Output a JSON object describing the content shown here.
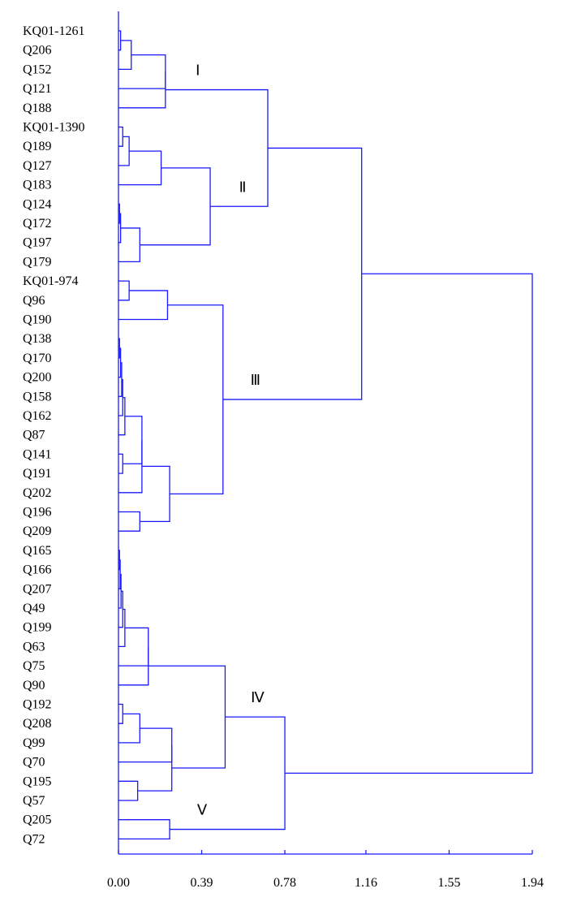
{
  "chart_data": {
    "type": "dendrogram",
    "orientation": "horizontal",
    "line_color": "#1a1aff",
    "leaves": [
      "KQ01-1261",
      "Q206",
      "Q152",
      "Q121",
      "Q188",
      "KQ01-1390",
      "Q189",
      "Q127",
      "Q183",
      "Q124",
      "Q172",
      "Q197",
      "Q179",
      "KQ01-974",
      "Q96",
      "Q190",
      "Q138",
      "Q170",
      "Q200",
      "Q158",
      "Q162",
      "Q87",
      "Q141",
      "Q191",
      "Q202",
      "Q196",
      "Q209",
      "Q165",
      "Q166",
      "Q207",
      "Q49",
      "Q199",
      "Q63",
      "Q75",
      "Q90",
      "Q192",
      "Q208",
      "Q99",
      "Q70",
      "Q195",
      "Q57",
      "Q205",
      "Q72"
    ],
    "x_ticks": [
      "0.00",
      "0.39",
      "0.78",
      "1.16",
      "1.55",
      "1.94"
    ],
    "x_tick_values": [
      0,
      0.39,
      0.78,
      1.16,
      1.55,
      1.94
    ],
    "xlim": [
      0,
      1.94
    ],
    "merges": [
      {
        "id": "n1",
        "children": [
          "KQ01-1261",
          "Q206"
        ],
        "height": 0.01
      },
      {
        "id": "n2",
        "children": [
          "n1",
          "Q152"
        ],
        "height": 0.06
      },
      {
        "id": "n3",
        "children": [
          "n2",
          "Q121"
        ],
        "height": 0.22
      },
      {
        "id": "n4",
        "children": [
          "n3",
          "Q188"
        ],
        "height": 0.22
      },
      {
        "id": "n5",
        "children": [
          "KQ01-1390",
          "Q189"
        ],
        "height": 0.02
      },
      {
        "id": "n6",
        "children": [
          "n5",
          "Q127"
        ],
        "height": 0.05
      },
      {
        "id": "n7",
        "children": [
          "n6",
          "Q183"
        ],
        "height": 0.2
      },
      {
        "id": "n8",
        "children": [
          "Q124",
          "Q172"
        ],
        "height": 0.005
      },
      {
        "id": "n9",
        "children": [
          "n8",
          "Q197"
        ],
        "height": 0.01
      },
      {
        "id": "n10",
        "children": [
          "n9",
          "Q179"
        ],
        "height": 0.1
      },
      {
        "id": "n11",
        "children": [
          "n7",
          "n10"
        ],
        "height": 0.43
      },
      {
        "id": "n12",
        "children": [
          "n4",
          "n11"
        ],
        "height": 0.7
      },
      {
        "id": "n13",
        "children": [
          "KQ01-974",
          "Q96"
        ],
        "height": 0.05
      },
      {
        "id": "n14",
        "children": [
          "n13",
          "Q190"
        ],
        "height": 0.23
      },
      {
        "id": "n15",
        "children": [
          "Q138",
          "Q170"
        ],
        "height": 0.005
      },
      {
        "id": "n16",
        "children": [
          "n15",
          "Q200"
        ],
        "height": 0.01
      },
      {
        "id": "n17",
        "children": [
          "n16",
          "Q158"
        ],
        "height": 0.015
      },
      {
        "id": "n18",
        "children": [
          "n17",
          "Q162"
        ],
        "height": 0.02
      },
      {
        "id": "n19",
        "children": [
          "n18",
          "Q87"
        ],
        "height": 0.03
      },
      {
        "id": "n20",
        "children": [
          "Q141",
          "Q191"
        ],
        "height": 0.02
      },
      {
        "id": "n21",
        "children": [
          "n19",
          "n20"
        ],
        "height": 0.11
      },
      {
        "id": "n22",
        "children": [
          "n21",
          "Q202"
        ],
        "height": 0.11
      },
      {
        "id": "n23",
        "children": [
          "Q196",
          "Q209"
        ],
        "height": 0.1
      },
      {
        "id": "n24",
        "children": [
          "n22",
          "n23"
        ],
        "height": 0.24
      },
      {
        "id": "n25",
        "children": [
          "n14",
          "n24"
        ],
        "height": 0.49
      },
      {
        "id": "n26",
        "children": [
          "n12",
          "n25"
        ],
        "height": 1.14
      },
      {
        "id": "n27",
        "children": [
          "Q165",
          "Q166"
        ],
        "height": 0.005
      },
      {
        "id": "n28",
        "children": [
          "n27",
          "Q207"
        ],
        "height": 0.008
      },
      {
        "id": "n29",
        "children": [
          "n28",
          "Q49"
        ],
        "height": 0.012
      },
      {
        "id": "n30",
        "children": [
          "n29",
          "Q199"
        ],
        "height": 0.02
      },
      {
        "id": "n31",
        "children": [
          "n30",
          "Q63"
        ],
        "height": 0.03
      },
      {
        "id": "n32",
        "children": [
          "n31",
          "Q75"
        ],
        "height": 0.14
      },
      {
        "id": "n33",
        "children": [
          "n32",
          "Q90"
        ],
        "height": 0.14
      },
      {
        "id": "n34",
        "children": [
          "Q192",
          "Q208"
        ],
        "height": 0.02
      },
      {
        "id": "n35",
        "children": [
          "n34",
          "Q99"
        ],
        "height": 0.1
      },
      {
        "id": "n36",
        "children": [
          "n35",
          "Q70"
        ],
        "height": 0.25
      },
      {
        "id": "n37",
        "children": [
          "Q195",
          "Q57"
        ],
        "height": 0.09
      },
      {
        "id": "n38",
        "children": [
          "n36",
          "n37"
        ],
        "height": 0.25
      },
      {
        "id": "n39",
        "children": [
          "n33",
          "n38"
        ],
        "height": 0.5
      },
      {
        "id": "n40",
        "children": [
          "Q205",
          "Q72"
        ],
        "height": 0.24
      },
      {
        "id": "n41",
        "children": [
          "n39",
          "n40"
        ],
        "height": 0.78
      },
      {
        "id": "n42",
        "children": [
          "n26",
          "n41"
        ],
        "height": 1.94
      }
    ],
    "cluster_labels": [
      {
        "text": "Ⅰ",
        "node": "n4"
      },
      {
        "text": "Ⅱ",
        "node": "n11"
      },
      {
        "text": "Ⅲ",
        "node": "n25"
      },
      {
        "text": "Ⅳ",
        "node": "n39"
      },
      {
        "text": "Ⅴ",
        "node": "n40"
      }
    ]
  }
}
